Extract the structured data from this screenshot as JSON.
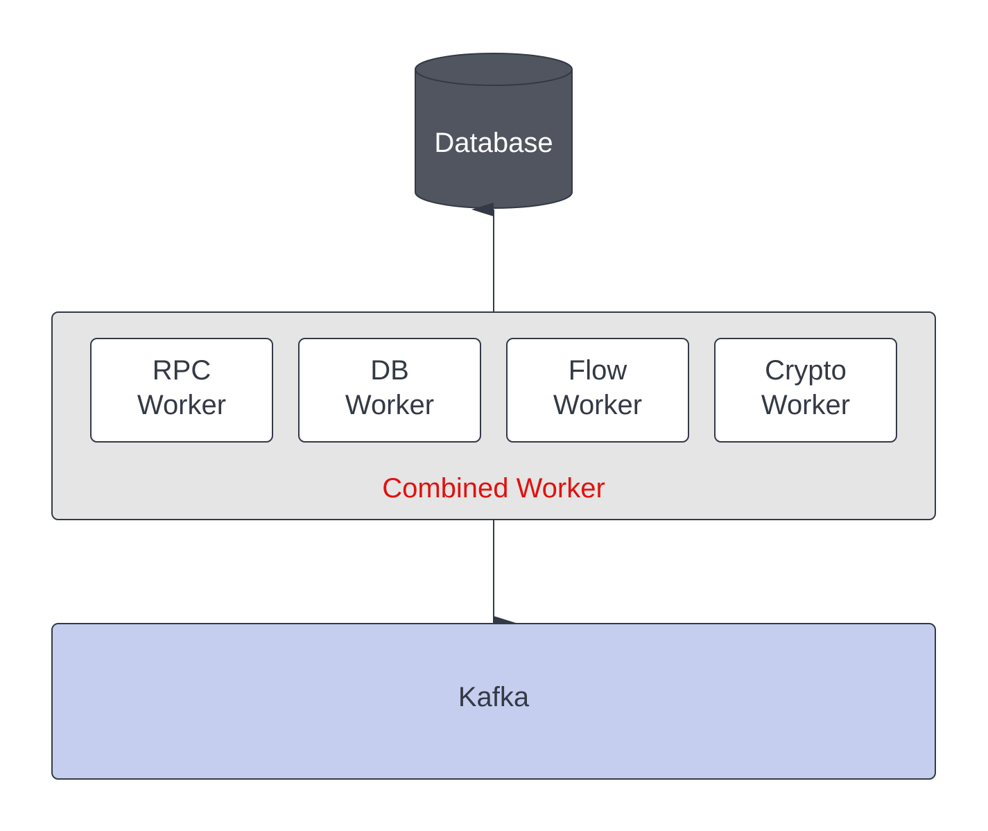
{
  "database": {
    "label": "Database",
    "fill_color": "#51555f"
  },
  "combined_worker": {
    "label": "Combined Worker",
    "label_color": "#e0120e",
    "fill_color": "#e5e5e5",
    "workers": [
      {
        "line1": "RPC",
        "line2": "Worker"
      },
      {
        "line1": "DB",
        "line2": "Worker"
      },
      {
        "line1": "Flow",
        "line2": "Worker"
      },
      {
        "line1": "Crypto",
        "line2": "Worker"
      }
    ]
  },
  "kafka": {
    "label": "Kafka",
    "fill_color": "#c5ceef"
  },
  "colors": {
    "stroke": "#333a45",
    "text": "#333a45",
    "worker_fill": "#ffffff"
  }
}
